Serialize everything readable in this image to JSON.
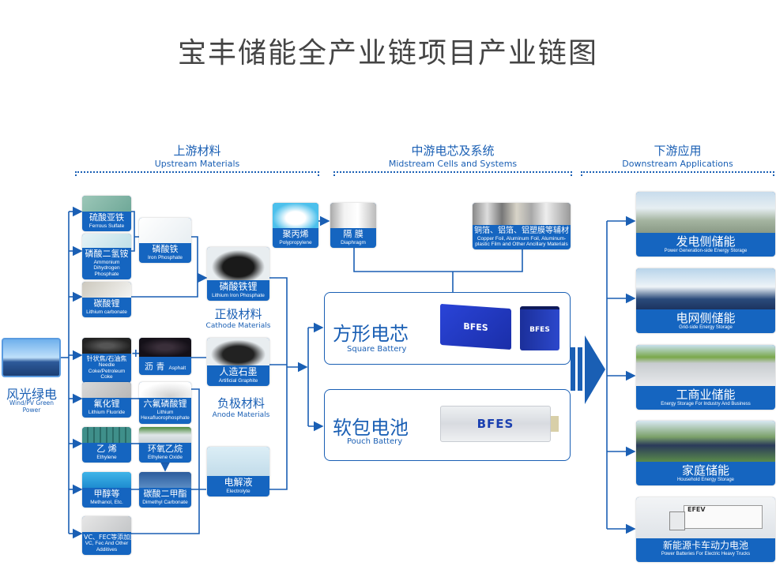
{
  "title": "宝丰储能全产业链项目产业链图",
  "sections": {
    "upstream": {
      "zh": "上游材料",
      "en": "Upstream Materials"
    },
    "midstream": {
      "zh": "中游电芯及系统",
      "en": "Midstream Cells and Systems"
    },
    "downstream": {
      "zh": "下游应用",
      "en": "Downstream Applications"
    }
  },
  "source": {
    "zh": "风光绿电",
    "en": "Wind/PV Green Power"
  },
  "upstream": {
    "ferrous_sulfate": {
      "zh": "硫酸亚铁",
      "en": "Ferrous Sulfate"
    },
    "ammonium_phosphate": {
      "zh": "磷酸二氢铵",
      "en": "Ammonium Dihydrogen Phosphate"
    },
    "lithium_carbonate": {
      "zh": "碳酸锂",
      "en": "Lithium carbonate"
    },
    "needle_coke": {
      "zh": "针状焦/石油焦",
      "en": "Needle Coke/Petroleum Coke"
    },
    "lithium_fluoride": {
      "zh": "氟化锂",
      "en": "Lithium Fluoride"
    },
    "ethylene": {
      "zh": "乙 烯",
      "en": "Ethylene"
    },
    "methanol": {
      "zh": "甲醇等",
      "en": "Methanol, Etc."
    },
    "additives": {
      "zh": "VC、FEC等添加剂",
      "en": "VC, Fec And Other Additives"
    },
    "iron_phosphate": {
      "zh": "磷酸铁",
      "en": "Iron Phosphate"
    },
    "asphalt": {
      "zh": "沥 青",
      "en": "Asphalt"
    },
    "plus": "+",
    "lipf6": {
      "zh": "六氟磷酸锂",
      "en": "Lithium Hexafluorophosphate"
    },
    "ethylene_oxide": {
      "zh": "环氧乙烷",
      "en": "Ethylene Oxide"
    },
    "dmc": {
      "zh": "碳酸二甲酯",
      "en": "Dimethyl Carbonate"
    },
    "lfp": {
      "zh": "磷酸铁锂",
      "en": "Lithium Iron Phosphate"
    },
    "graphite": {
      "zh": "人造石墨",
      "en": "Artificial Graphite"
    },
    "electrolyte": {
      "zh": "电解液",
      "en": "Electrolyte"
    },
    "cathode": {
      "zh": "正极材料",
      "en": "Cathode Materials"
    },
    "anode": {
      "zh": "负极材料",
      "en": "Anode Materials"
    }
  },
  "midstream": {
    "polypropylene": {
      "zh": "聚丙烯",
      "en": "Polypropylene"
    },
    "diaphragm": {
      "zh": "隔 膜",
      "en": "Diaphragm"
    },
    "foils": {
      "zh": "铜箔、铝箔、铝塑膜等辅材",
      "en": "Copper Foil, Aluminum Foil, Aluminum-plastic Film and Other Ancillary Materials"
    },
    "square": {
      "zh": "方形电芯",
      "en": "Square Battery"
    },
    "pouch": {
      "zh": "软包电池",
      "en": "Pouch Battery"
    },
    "brand": "BFES"
  },
  "downstream": [
    {
      "zh": "发电侧储能",
      "en": "Power Generation-side Energy Storage"
    },
    {
      "zh": "电网侧储能",
      "en": "Grid-side Energy Storage"
    },
    {
      "zh": "工商业储能",
      "en": "Energy Storage For Industry And Business"
    },
    {
      "zh": "家庭储能",
      "en": "Household Energy Storage"
    },
    {
      "zh": "新能源卡车动力电池",
      "en": "Power Batteries For Electric Heavy Trucks"
    }
  ],
  "truck_brand": "EFEV",
  "colors": {
    "primary": "#1a5fb4",
    "label": "#1565c0"
  }
}
